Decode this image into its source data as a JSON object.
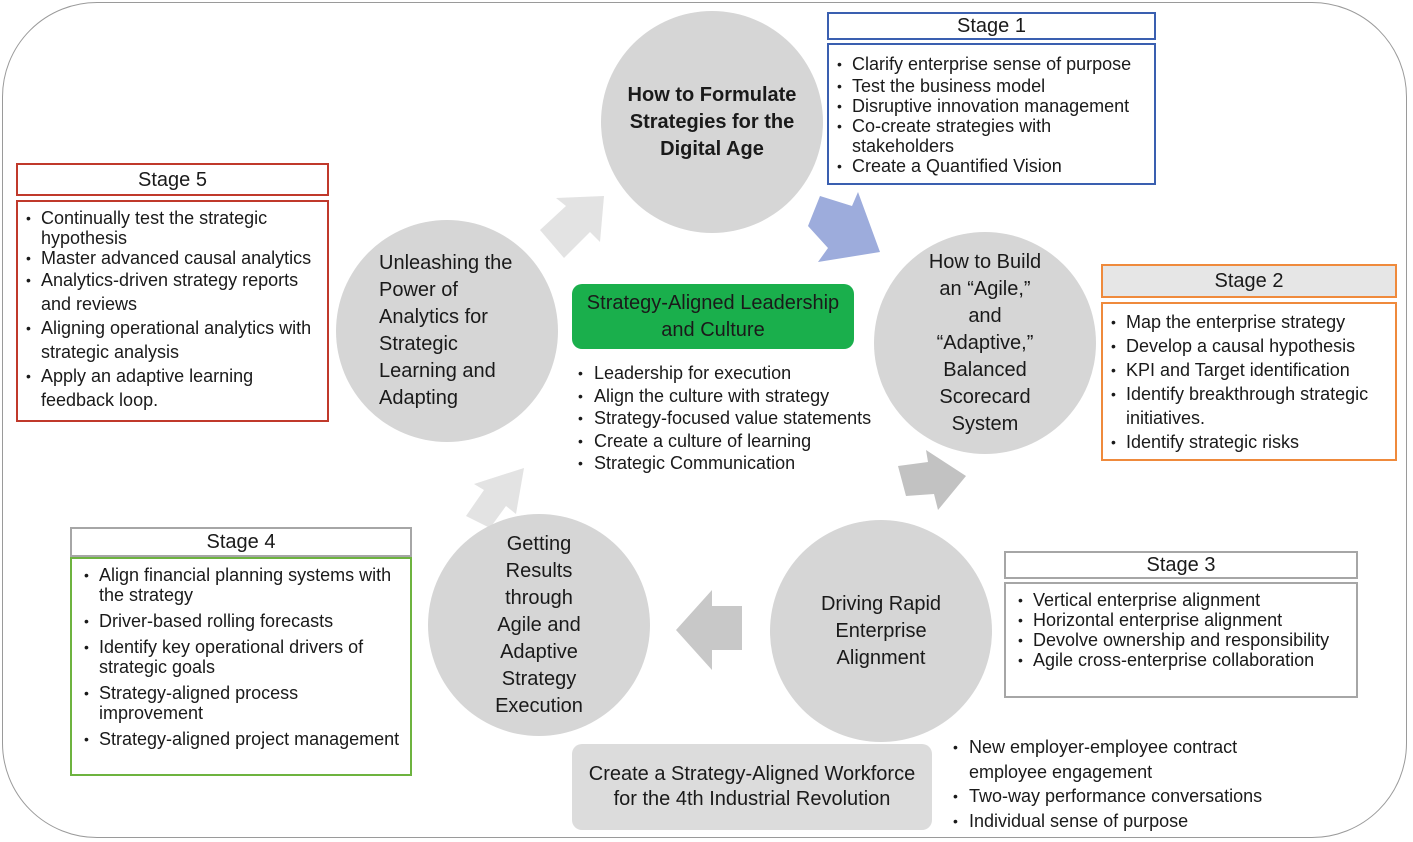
{
  "colors": {
    "stage1": "#3a5fb0",
    "stage2": "#ef8a3c",
    "stage3": "#a6a6a6",
    "stage4_title": "#a6a6a6",
    "stage4_box": "#6db33f",
    "stage5": "#c0392b",
    "center_pill": "#1aaf4c",
    "circle": "#d6d6d6",
    "arrow_blue": "#9dacdc",
    "arrow_grey": "#c2c2c2",
    "arrow_light": "#e3e3e3"
  },
  "circles": {
    "formulate": "How to Formulate\nStrategies for the\nDigital Age",
    "build": "How to Build\nan “Agile,”\nand\n“Adaptive,”\nBalanced\nScorecard\nSystem",
    "align": "Driving Rapid\nEnterprise\nAlignment",
    "execute": "Getting\nResults\nthrough\nAgile and\nAdaptive\nStrategy\nExecution",
    "analytics": "Unleashing the\nPower of\nAnalytics for\nStrategic\nLearning and\nAdapting"
  },
  "stage1": {
    "title": "Stage 1",
    "items": [
      "Clarify enterprise sense of purpose",
      "Test the business model",
      "Disruptive innovation management",
      "Co-create strategies with stakeholders",
      "Create a Quantified Vision"
    ]
  },
  "stage2": {
    "title": "Stage 2",
    "items": [
      "Map the  enterprise strategy",
      "Develop a causal hypothesis",
      "KPI and Target identification",
      "Identify breakthrough strategic initiatives.",
      "Identify strategic risks"
    ]
  },
  "stage3": {
    "title": "Stage 3",
    "items": [
      "Vertical enterprise alignment",
      "Horizontal enterprise alignment",
      "Devolve ownership and responsibility",
      "Agile  cross-enterprise collaboration"
    ]
  },
  "stage4": {
    "title": "Stage 4",
    "items": [
      "Align financial planning systems with the strategy",
      "Driver-based rolling forecasts",
      "Identify key operational drivers of strategic goals",
      "Strategy-aligned process improvement",
      "Strategy-aligned project management"
    ]
  },
  "stage5": {
    "title": "Stage 5",
    "items": [
      "Continually test the strategic hypothesis",
      "Master advanced causal analytics",
      "Analytics-driven strategy reports and reviews",
      "Aligning  operational analytics with strategic analysis",
      "Apply an adaptive learning feedback loop."
    ]
  },
  "center": {
    "title": "Strategy-Aligned Leadership and Culture",
    "items": [
      "Leadership for execution",
      "Align the culture with strategy",
      "Strategy-focused value statements",
      "Create a culture of learning",
      "Strategic Communication"
    ]
  },
  "workforce": {
    "title": "Create a Strategy-Aligned Workforce for the 4th Industrial Revolution",
    "items": [
      "New employer-employee contract employee engagement",
      "Two-way performance conversations",
      "Individual sense of purpose"
    ]
  }
}
